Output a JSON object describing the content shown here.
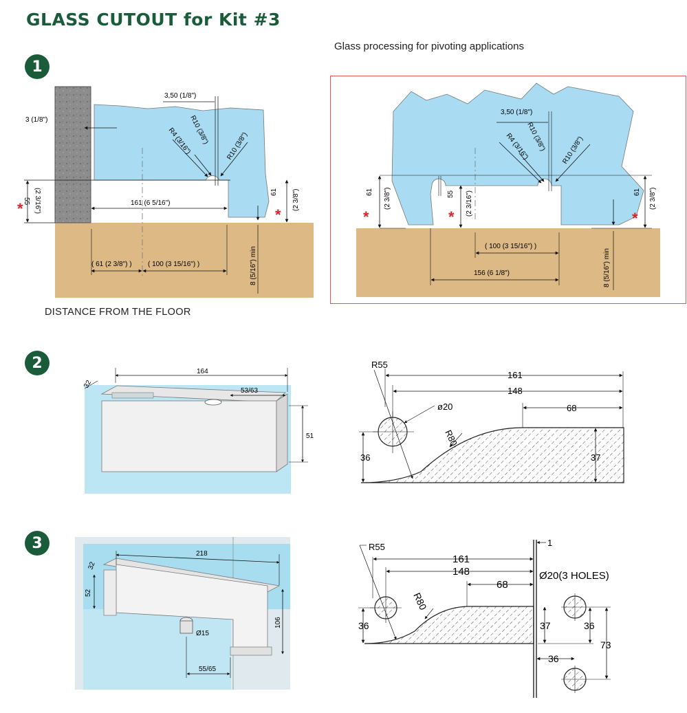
{
  "header": {
    "title": "GLASS CUTOUT for Kit #3",
    "subtitle": "Glass processing for pivoting applications",
    "floor_caption": "DISTANCE FROM THE FLOOR"
  },
  "steps": [
    "1",
    "2",
    "3"
  ],
  "colors": {
    "brand_green": "#1a5c3a",
    "glass_blue": "#a9dcf2",
    "floor_tan": "#dcb985",
    "wall_gray": "#8a8a8a",
    "asterisk_red": "#e0202a",
    "frame_red": "#e05555"
  },
  "diagram1": {
    "asterisk": "*",
    "dim_35": "3,50 (1/8\")",
    "dim_3": "3 (1/8\")",
    "r10a": "R10 (3/8\")",
    "r4": "R4 (3/16\")",
    "r10b": "R10 (3/8\")",
    "dim_161": "161 (6  5/16\")",
    "dim_55_a": "55",
    "dim_55_b": "(2  3/16\")",
    "dim_61_a": "61",
    "dim_61_b": "(2  3/8\")",
    "dim_8": "8 (5/16\") min",
    "dim_61c": "( 61 (2  3/8\") )",
    "dim_100": "( 100 (3  15/16\") )"
  },
  "diagram2": {
    "dim_35": "3,50 (1/8\")",
    "r10a": "R10 (3/8\")",
    "r4": "R4 (3/16\")",
    "r10b": "R10 (3/8\")",
    "dim_61l_a": "61",
    "dim_61l_b": "(2  3/8\")",
    "dim_55_a": "55",
    "dim_55_b": "(2  3/16\")",
    "dim_61r_a": "61",
    "dim_61r_b": "(2  3/8\")",
    "dim_100": "( 100 (3  15/16\") )",
    "dim_156": "156 (6  1/8\")",
    "dim_8": "8 (5/16\") min"
  },
  "diagram3": {
    "d164": "164",
    "d32": "32",
    "d5363": "53/63",
    "d51": "51"
  },
  "diagram4": {
    "r55": "R55",
    "d161": "161",
    "d148": "148",
    "d20": "ø20",
    "r80": "R80",
    "d68": "68",
    "d36": "36",
    "d37": "37"
  },
  "diagram5": {
    "d218": "218",
    "d32": "32",
    "d52": "52",
    "d106": "106",
    "d15": "Ø15",
    "d5565": "55/65"
  },
  "diagram6": {
    "r55": "R55",
    "d161": "161",
    "d148": "148",
    "d1": "1",
    "holes": "Ø20(3 HOLES)",
    "r80": "R80",
    "d68": "68",
    "d36a": "36",
    "d37": "37",
    "d36b": "36",
    "d73": "73",
    "d36c": "36"
  }
}
